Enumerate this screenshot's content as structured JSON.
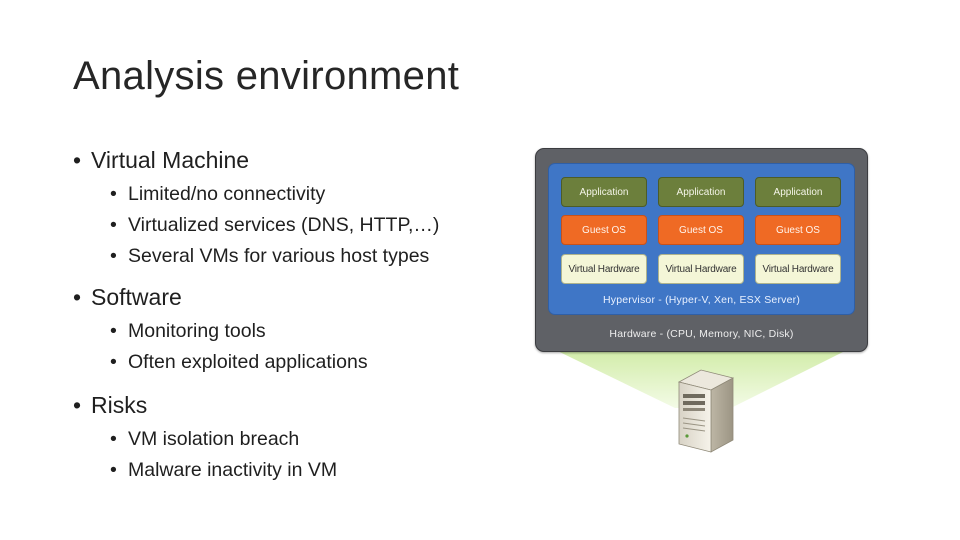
{
  "slide": {
    "title": "Analysis environment",
    "bullets": [
      {
        "text": "Virtual Machine",
        "sub": [
          "Limited/no connectivity",
          "Virtualized services (DNS, HTTP,…)",
          "Several VMs for various host types"
        ]
      },
      {
        "text": "Software",
        "sub": [
          "Monitoring tools",
          "Often exploited applications"
        ]
      },
      {
        "text": "Risks",
        "sub": [
          "VM isolation breach",
          "Malware inactivity in VM"
        ]
      }
    ]
  },
  "diagram": {
    "vms": [
      {
        "application": "Application",
        "guest_os": "Guest OS",
        "virtual_hardware": "Virtual Hardware"
      },
      {
        "application": "Application",
        "guest_os": "Guest OS",
        "virtual_hardware": "Virtual Hardware"
      },
      {
        "application": "Application",
        "guest_os": "Guest OS",
        "virtual_hardware": "Virtual Hardware"
      }
    ],
    "hypervisor_label": "Hypervisor - (Hyper-V, Xen, ESX Server)",
    "hardware_label": "Hardware - (CPU, Memory, NIC, Disk)",
    "server_icon": "server-tower-icon",
    "colors": {
      "hardware_frame": "#5f6166",
      "hypervisor": "#3f76c6",
      "application": "#6c7f3c",
      "guest_os": "#ef6a24",
      "virtual_hardware": "#f4f6d7",
      "beam": "#d9f0b0"
    }
  }
}
